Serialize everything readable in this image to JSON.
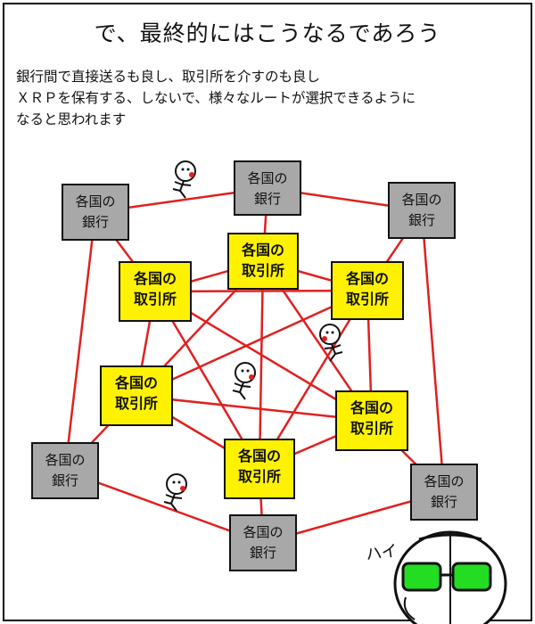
{
  "title": "で、最終的にはこうなるであろう",
  "description": [
    "銀行間で直接送るも良し、取引所を介すのも良し",
    "ＸＲＰを保有する、しないで、様々なルートが選択できるように",
    "なると思われます"
  ],
  "nodes": [
    {
      "id": "bank_top",
      "kind": "bank",
      "lines": [
        "各国の",
        "銀行"
      ]
    },
    {
      "id": "bank_ul",
      "kind": "bank",
      "lines": [
        "各国の",
        "銀行"
      ]
    },
    {
      "id": "bank_ur",
      "kind": "bank",
      "lines": [
        "各国の",
        "銀行"
      ]
    },
    {
      "id": "bank_ll",
      "kind": "bank",
      "lines": [
        "各国の",
        "銀行"
      ]
    },
    {
      "id": "bank_lr",
      "kind": "bank",
      "lines": [
        "各国の",
        "銀行"
      ]
    },
    {
      "id": "bank_bottom",
      "kind": "bank",
      "lines": [
        "各国の",
        "銀行"
      ]
    },
    {
      "id": "ex_top",
      "kind": "exchange",
      "lines": [
        "各国の",
        "取引所"
      ]
    },
    {
      "id": "ex_left",
      "kind": "exchange",
      "lines": [
        "各国の",
        "取引所"
      ]
    },
    {
      "id": "ex_right",
      "kind": "exchange",
      "lines": [
        "各国の",
        "取引所"
      ]
    },
    {
      "id": "ex_mleft",
      "kind": "exchange",
      "lines": [
        "各国の",
        "取引所"
      ]
    },
    {
      "id": "ex_mright",
      "kind": "exchange",
      "lines": [
        "各国の",
        "取引所"
      ]
    },
    {
      "id": "ex_bottom",
      "kind": "exchange",
      "lines": [
        "各国の",
        "取引所"
      ]
    }
  ],
  "edges": [
    [
      "bank_ul",
      "bank_top"
    ],
    [
      "bank_top",
      "bank_ur"
    ],
    [
      "bank_ur",
      "bank_lr"
    ],
    [
      "bank_lr",
      "bank_bottom"
    ],
    [
      "bank_bottom",
      "bank_ll"
    ],
    [
      "bank_ll",
      "bank_ul"
    ],
    [
      "bank_top",
      "ex_top"
    ],
    [
      "bank_ul",
      "ex_left"
    ],
    [
      "bank_ur",
      "ex_right"
    ],
    [
      "bank_ll",
      "ex_mleft"
    ],
    [
      "bank_lr",
      "ex_mright"
    ],
    [
      "bank_bottom",
      "ex_bottom"
    ],
    [
      "ex_top",
      "ex_left"
    ],
    [
      "ex_top",
      "ex_right"
    ],
    [
      "ex_top",
      "ex_mleft"
    ],
    [
      "ex_top",
      "ex_mright"
    ],
    [
      "ex_top",
      "ex_bottom"
    ],
    [
      "ex_left",
      "ex_right"
    ],
    [
      "ex_left",
      "ex_mleft"
    ],
    [
      "ex_left",
      "ex_mright"
    ],
    [
      "ex_left",
      "ex_bottom"
    ],
    [
      "ex_right",
      "ex_mleft"
    ],
    [
      "ex_right",
      "ex_mright"
    ],
    [
      "ex_right",
      "ex_bottom"
    ],
    [
      "ex_mleft",
      "ex_mright"
    ],
    [
      "ex_mleft",
      "ex_bottom"
    ],
    [
      "ex_mright",
      "ex_bottom"
    ]
  ],
  "speech": "ハイ",
  "colors": {
    "line": "#e02020",
    "exchange": "#fff200",
    "bank": "#a8a8a8",
    "glasses": "#22dd22"
  }
}
